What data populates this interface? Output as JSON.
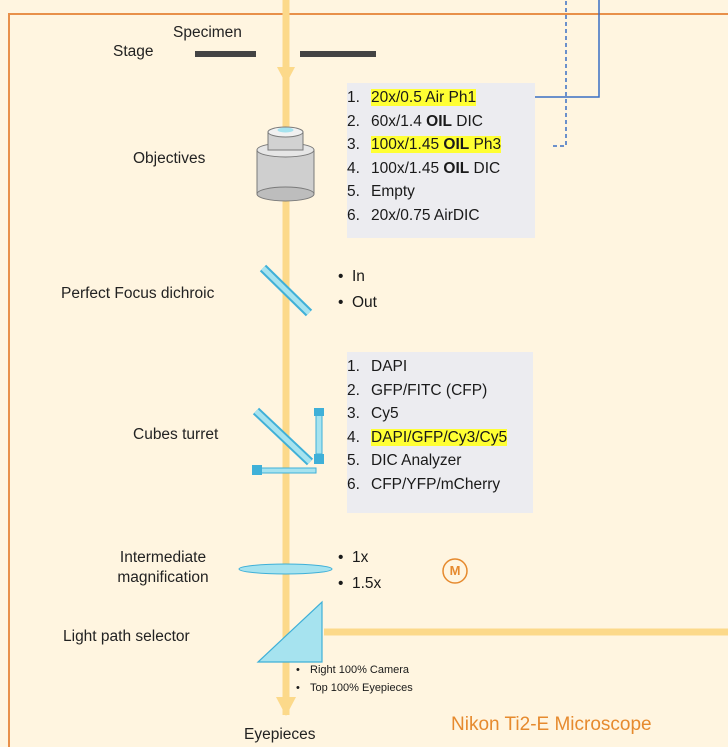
{
  "specimen_label": "Specimen",
  "stage_label": "Stage",
  "objectives": {
    "label": "Objectives",
    "items": [
      {
        "num": "1.",
        "parts": [
          {
            "t": "20x/0.5 Air Ph1",
            "b": false
          }
        ],
        "highlight": true
      },
      {
        "num": "2.",
        "parts": [
          {
            "t": "60x/1.4 ",
            "b": false
          },
          {
            "t": "OIL",
            "b": true
          },
          {
            "t": " DIC",
            "b": false
          }
        ],
        "highlight": false
      },
      {
        "num": "3.",
        "parts": [
          {
            "t": "100x/1.45 ",
            "b": false
          },
          {
            "t": "OIL",
            "b": true
          },
          {
            "t": " Ph3",
            "b": false
          }
        ],
        "highlight": true
      },
      {
        "num": "4.",
        "parts": [
          {
            "t": "100x/1.45 ",
            "b": false
          },
          {
            "t": "OIL",
            "b": true
          },
          {
            "t": " DIC",
            "b": false
          }
        ],
        "highlight": false
      },
      {
        "num": "5.",
        "parts": [
          {
            "t": "Empty",
            "b": false
          }
        ],
        "highlight": false
      },
      {
        "num": "6.",
        "parts": [
          {
            "t": "20x/0.75 AirDIC",
            "b": false
          }
        ],
        "highlight": false
      }
    ]
  },
  "perfect_focus": {
    "label": "Perfect Focus dichroic",
    "options": [
      "In",
      "Out"
    ]
  },
  "cubes_turret": {
    "label": "Cubes turret",
    "items": [
      {
        "num": "1.",
        "text": "DAPI",
        "highlight": false
      },
      {
        "num": "2.",
        "text": "GFP/FITC (CFP)",
        "highlight": false
      },
      {
        "num": "3.",
        "text": "Cy5",
        "highlight": false
      },
      {
        "num": "4.",
        "text": "DAPI/GFP/Cy3/Cy5",
        "highlight": true
      },
      {
        "num": "5.",
        "text": "DIC Analyzer",
        "highlight": false
      },
      {
        "num": "6.",
        "text": "CFP/YFP/mCherry",
        "highlight": false
      }
    ]
  },
  "intermediate": {
    "label_line1": "Intermediate",
    "label_line2": "magnification",
    "options": [
      "1x",
      "1.5x"
    ],
    "manual_badge": "M"
  },
  "light_path": {
    "label": "Light path selector",
    "options": [
      "Right 100% Camera",
      "Top 100% Eyepieces"
    ]
  },
  "eyepieces_label": "Eyepieces",
  "footer_title": "Nikon Ti2-E Microscope",
  "bullet_glyph": "•",
  "colors": {
    "background": "#fff5e0",
    "frame": "#e8904a",
    "beam": "#fcd98a",
    "component": "#a6e3ef",
    "component_edge": "#3fb0d8",
    "connector": "#3a6fc4",
    "highlight": "#ffff33",
    "list_bg": "#ececf0",
    "footer": "#e68a2e"
  }
}
